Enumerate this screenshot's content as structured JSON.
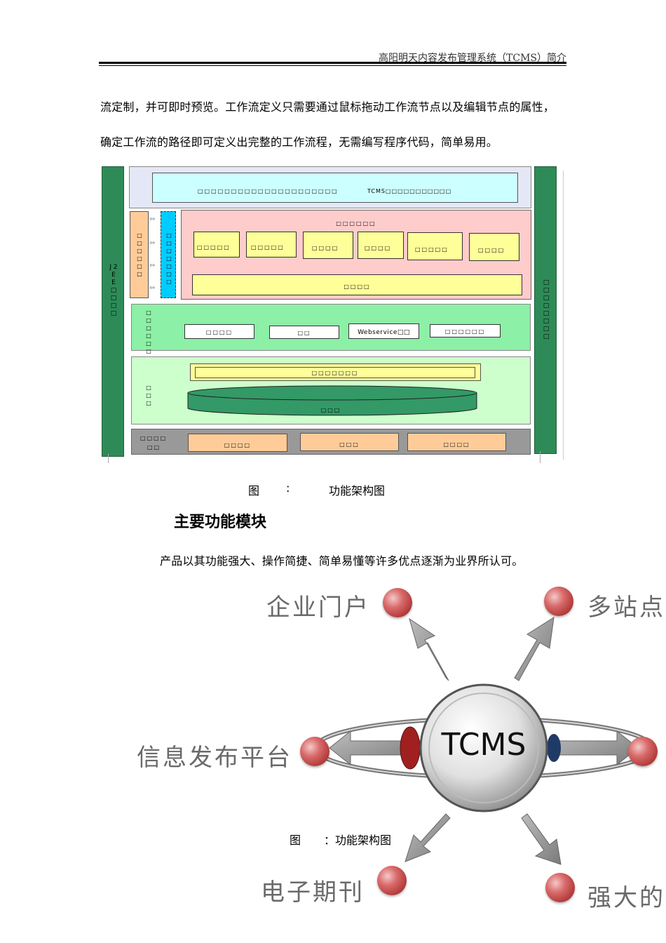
{
  "header": {
    "title": "高阳明天内容发布管理系统（TCMS）简介"
  },
  "paragraphs": {
    "line1": "流定制，并可即时预览。工作流定义只需要通过鼠标拖动工作流节点以及编辑节点的属性，",
    "line2": "确定工作流的路径即可定义出完整的工作流程，无需编写程序代码，简单易用。"
  },
  "arch": {
    "top_left_text": "□□□□□□□□□□□□□□□□□□□□□",
    "top_right_text": "TCMS□□□□□□□□□□□",
    "left_col_text": "J 2 E E □ □ □ □",
    "right_col_text": "□ □ □ □ □ □ □ □",
    "orange_side_text": "□ □ □ □ □ □",
    "cyan_side_text": "□ □ □ □ □ □ □",
    "pink_title": "□□□□□□",
    "pink_modules": [
      "□□□□□",
      "□□□□□",
      "□□□□",
      "□□□□",
      "□□□□□",
      "□□□□"
    ],
    "pink_bar": "□□□□",
    "green_side_text": "□ □ □ □ □ □",
    "green_items": [
      "□□□□",
      "□□",
      "Webservice□□",
      "□□□□□□"
    ],
    "data_side_text": "□ □ □",
    "data_bar": "□□□□□□□",
    "data_cylinder": "□□□",
    "bottom_label_1": "□□□□",
    "bottom_label_2": "□□",
    "bottom_items": [
      "□□□□",
      "□□□",
      "□□□□"
    ]
  },
  "captions": {
    "fig1_prefix": "图",
    "fig1_colon": ":",
    "fig1_title": "功能架构图",
    "fig2_prefix": "图",
    "fig2_title": "：功能架构图"
  },
  "section": {
    "title": "主要功能模块",
    "intro": "产品以其功能强大、操作简捷、简单易懂等许多优点逐渐为业界所认可。"
  },
  "function_map": {
    "center": "TCMS",
    "labels": [
      "企业门户",
      "多站点",
      "信息发布平台",
      "电子期刊",
      "强大的"
    ]
  }
}
